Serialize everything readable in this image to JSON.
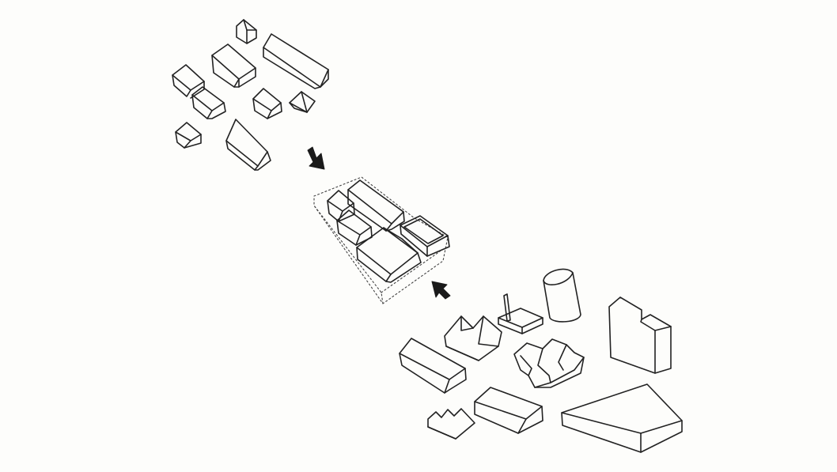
{
  "diagram": {
    "groups": [
      {
        "name": "village-cluster",
        "buildings": [
          "pitched-house",
          "pitched-house",
          "pitched-house",
          "pitched-house",
          "pitched-house",
          "pitched-house",
          "long-barn",
          "long-barn",
          "small-house"
        ]
      },
      {
        "name": "central-complex",
        "buildings": [
          "long-barn",
          "pitched-house",
          "pitched-house",
          "large-hall",
          "flat-roof-block"
        ]
      },
      {
        "name": "industrial-cluster",
        "buildings": [
          "silo",
          "chimney-block",
          "sawtooth-shed",
          "sawtooth-shed",
          "long-barn",
          "flat-block",
          "cube-tower",
          "sawtooth-small",
          "large-hangar"
        ]
      }
    ],
    "arrows": [
      {
        "name": "arrow-from-village",
        "direction": "down-right"
      },
      {
        "name": "arrow-from-industrial",
        "direction": "up-left"
      }
    ],
    "colors": {
      "line": "#222222",
      "background": "#fdfdfb"
    }
  }
}
